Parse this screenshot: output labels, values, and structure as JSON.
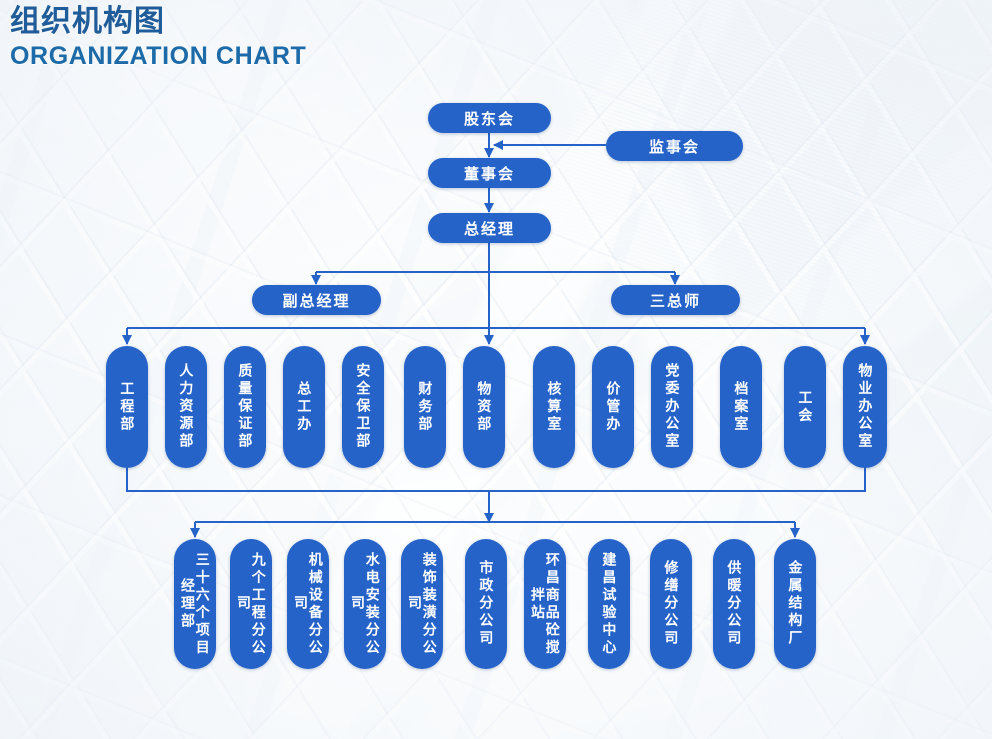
{
  "header": {
    "title_cn": "组织机构图",
    "title_en": "ORGANIZATION CHART"
  },
  "theme": {
    "node_fill": "#2563c9",
    "node_text": "#ffffff",
    "connector": "#2563c9",
    "title_cn_color": "#1f5c99",
    "title_en_color": "#1c6aa8",
    "background": "#f2f5f8"
  },
  "chart_data": {
    "type": "diagram",
    "title": "组织机构图 ORGANIZATION CHART",
    "orientation": "top-down",
    "levels": [
      {
        "level": 1,
        "name": "governance",
        "nodes": [
          {
            "id": "shareholders",
            "label": "股东会",
            "shape": "horizontal-pill"
          },
          {
            "id": "supervisors",
            "label": "监事会",
            "shape": "horizontal-pill"
          }
        ]
      },
      {
        "level": 2,
        "name": "board",
        "nodes": [
          {
            "id": "board",
            "label": "董事会",
            "shape": "horizontal-pill"
          }
        ]
      },
      {
        "level": 3,
        "name": "general-manager",
        "nodes": [
          {
            "id": "gm",
            "label": "总经理",
            "shape": "horizontal-pill"
          }
        ]
      },
      {
        "level": 4,
        "name": "executives",
        "nodes": [
          {
            "id": "deputy-gm",
            "label": "副总经理",
            "shape": "horizontal-pill"
          },
          {
            "id": "chief-三总师",
            "label": "三总师",
            "shape": "horizontal-pill"
          }
        ]
      },
      {
        "level": 5,
        "name": "departments",
        "nodes": [
          {
            "id": "dept-01",
            "label": "工程部"
          },
          {
            "id": "dept-02",
            "label": "人力资源部"
          },
          {
            "id": "dept-03",
            "label": "质量保证部"
          },
          {
            "id": "dept-04",
            "label": "总工办"
          },
          {
            "id": "dept-05",
            "label": "安全保卫部"
          },
          {
            "id": "dept-06",
            "label": "财务部"
          },
          {
            "id": "dept-07",
            "label": "物资部"
          },
          {
            "id": "dept-08",
            "label": "核算室"
          },
          {
            "id": "dept-09",
            "label": "价管办"
          },
          {
            "id": "dept-10",
            "label": "党委办公室"
          },
          {
            "id": "dept-11",
            "label": "档案室"
          },
          {
            "id": "dept-12",
            "label": "工会"
          },
          {
            "id": "dept-13",
            "label": "物业办公室"
          }
        ]
      },
      {
        "level": 6,
        "name": "subsidiaries",
        "nodes": [
          {
            "id": "sub-01",
            "label": "三十六个项目经理部"
          },
          {
            "id": "sub-02",
            "label": "九个工程分公司"
          },
          {
            "id": "sub-03",
            "label": "机械设备分公司"
          },
          {
            "id": "sub-04",
            "label": "水电安装分公司"
          },
          {
            "id": "sub-05",
            "label": "装饰装潢分公司"
          },
          {
            "id": "sub-06",
            "label": "市政分公司"
          },
          {
            "id": "sub-07",
            "label": "环昌商品砼搅拌站"
          },
          {
            "id": "sub-08",
            "label": "建昌试验中心"
          },
          {
            "id": "sub-09",
            "label": "修缮分公司"
          },
          {
            "id": "sub-10",
            "label": "供暖分公司"
          },
          {
            "id": "sub-11",
            "label": "金属结构厂"
          }
        ]
      }
    ],
    "edges": [
      {
        "from": "supervisors",
        "to": "board",
        "style": "horizontal-arrow"
      },
      {
        "from": "shareholders",
        "to": "board",
        "style": "vertical-arrow"
      },
      {
        "from": "board",
        "to": "gm",
        "style": "vertical-arrow"
      },
      {
        "from": "gm",
        "to": "deputy-gm",
        "style": "elbow-arrow"
      },
      {
        "from": "gm",
        "to": "chief-三总师",
        "style": "elbow-arrow"
      },
      {
        "from": "gm",
        "to": "departments",
        "style": "bus-arrow"
      },
      {
        "from": "departments",
        "to": "subsidiaries",
        "style": "bus-arrow"
      }
    ]
  }
}
